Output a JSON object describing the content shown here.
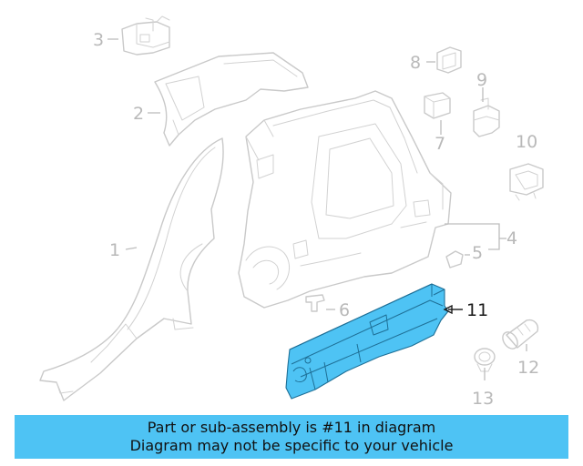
{
  "callouts": {
    "c1": "1",
    "c2": "2",
    "c3": "3",
    "c4": "4",
    "c5": "5",
    "c6": "6",
    "c7": "7",
    "c8": "8",
    "c9": "9",
    "c10": "10",
    "c11": "11",
    "c12": "12",
    "c13": "13"
  },
  "highlighted_part": "11",
  "colors": {
    "highlight_fill": "#4ec3f4",
    "banner_background": "#4ec3f4",
    "line_art": "#c9c9c9"
  },
  "banner": {
    "line1": "Part or sub-assembly is #11 in diagram",
    "line2": "Diagram may not be specific to your vehicle"
  }
}
